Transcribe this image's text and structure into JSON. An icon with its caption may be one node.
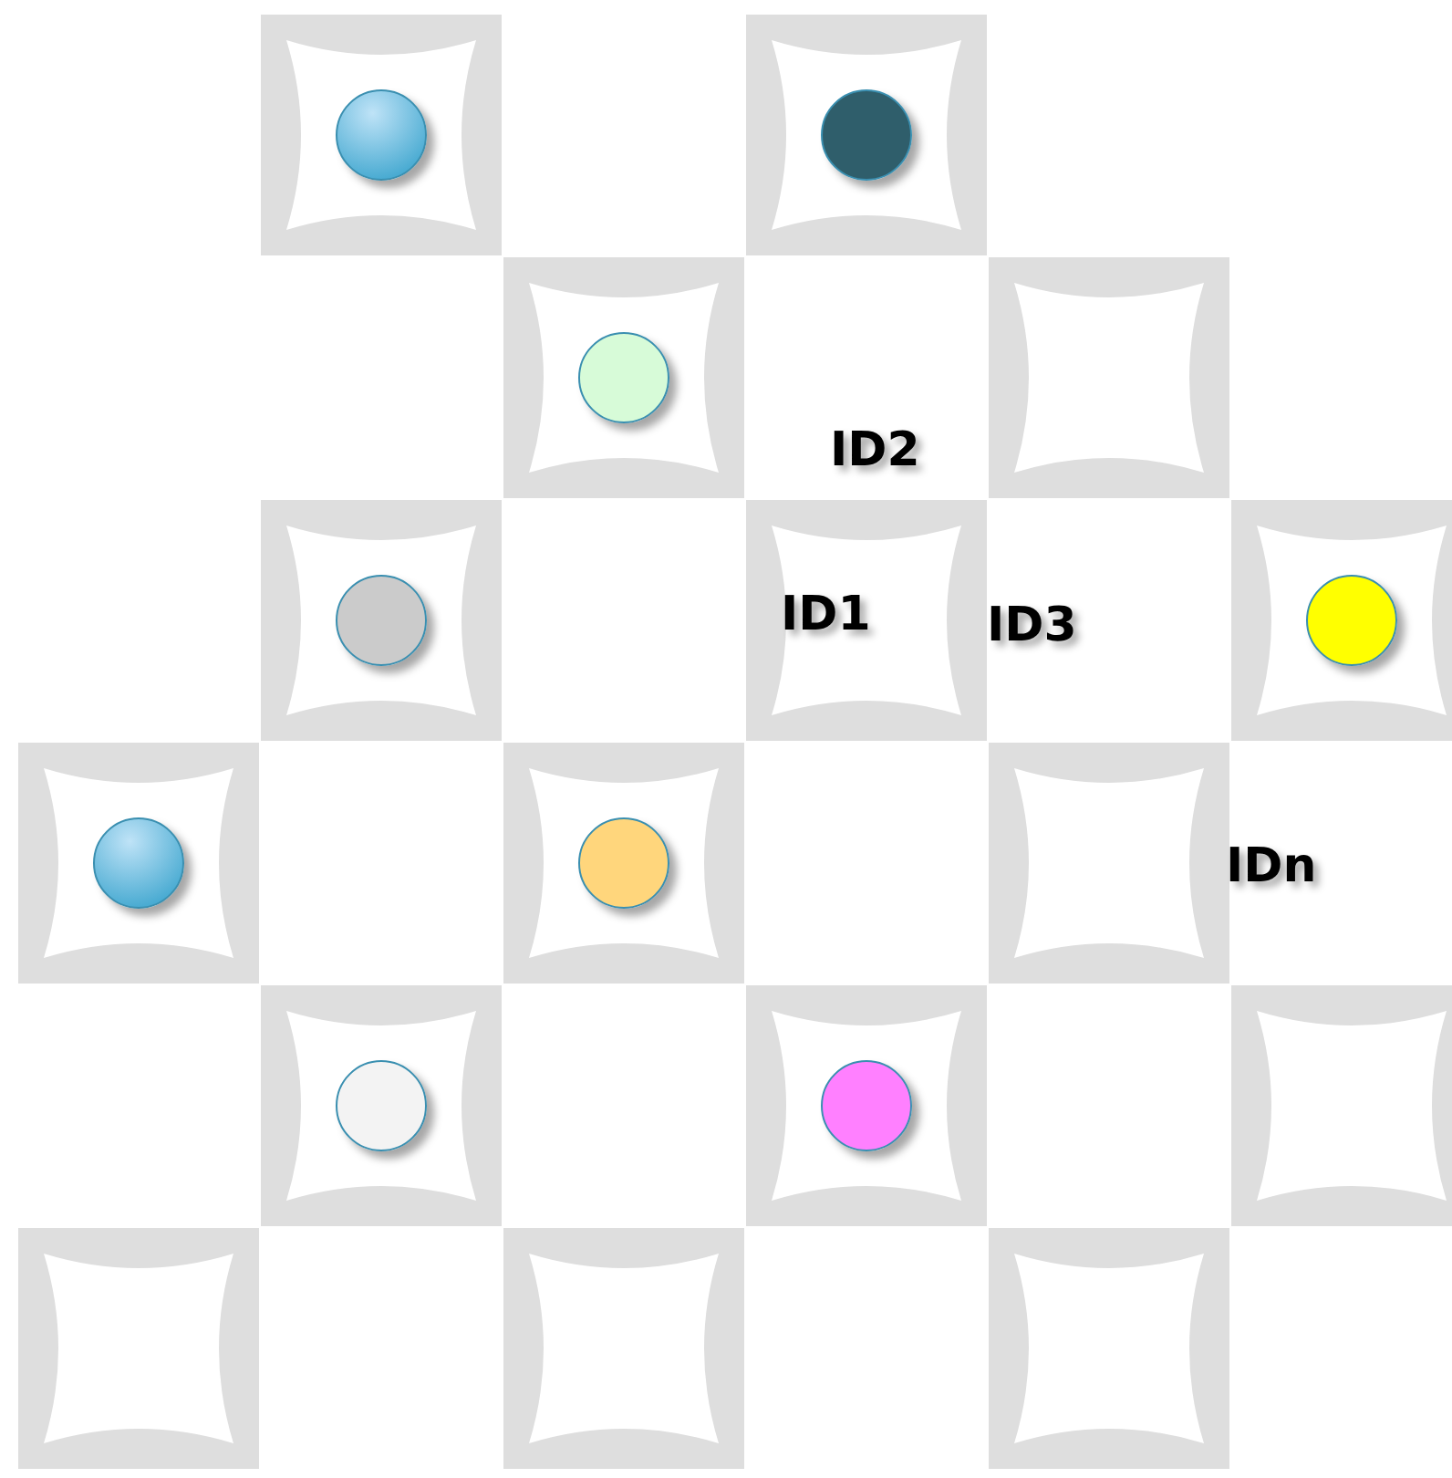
{
  "diagram": {
    "nodes": [
      {
        "text": [],
        "shape": "box"
      },
      {
        "text": [],
        "shape": "circle",
        "in": 0
      },
      {
        "text": [],
        "shape": "box"
      },
      {
        "text": [],
        "shape": "circle",
        "in": 2
      },
      {
        "text": [],
        "shape": "box"
      },
      {
        "text": [],
        "shape": "circle",
        "in": 4
      },
      {
        "text": [],
        "shape": "box"
      },
      {
        "text": [],
        "shape": "box"
      },
      {
        "text": [],
        "shape": "circle",
        "in": 7
      },
      {
        "text": [],
        "shape": "box"
      },
      {
        "text": [],
        "shape": "box"
      },
      {
        "text": [],
        "shape": "circle",
        "in": 10
      },
      {
        "text": [],
        "shape": "box"
      },
      {
        "text": [],
        "shape": "circle",
        "in": 12
      },
      {
        "text": [],
        "shape": "box"
      },
      {
        "text": [],
        "shape": "circle",
        "in": 14
      },
      {
        "text": [],
        "shape": "box"
      },
      {
        "text": [],
        "shape": "box"
      },
      {
        "text": [],
        "shape": "circle",
        "in": 17
      },
      {
        "text": [],
        "shape": "box"
      },
      {
        "text": [],
        "shape": "circle",
        "in": 19
      },
      {
        "text": [],
        "shape": "box"
      },
      {
        "text": [],
        "shape": "box"
      },
      {
        "text": [],
        "shape": "box"
      },
      {
        "text": [],
        "shape": "box"
      }
    ],
    "labels": [
      "ID2",
      "ID1",
      "ID3",
      "IDn"
    ]
  }
}
